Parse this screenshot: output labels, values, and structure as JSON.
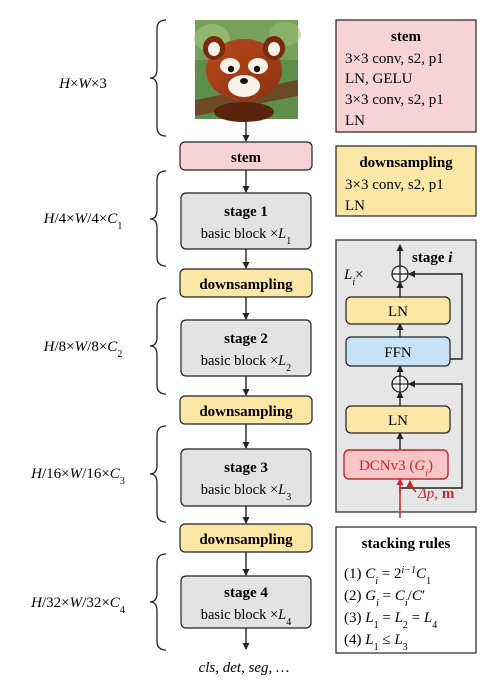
{
  "left_dims": [
    [
      "H",
      "×",
      "W",
      "×3"
    ],
    [
      "H",
      "/4×",
      "W",
      "/4×",
      "C",
      "1"
    ],
    [
      "H",
      "/8×",
      "W",
      "/8×",
      "C",
      "2"
    ],
    [
      "H",
      "/16×",
      "W",
      "/16×",
      "C",
      "3"
    ],
    [
      "H",
      "/32×",
      "W",
      "/32×",
      "C",
      "4"
    ]
  ],
  "pipeline": {
    "stem": "stem",
    "downsampling": "downsampling",
    "stage_title": "stage",
    "stage_numbers": [
      "1",
      "2",
      "3",
      "4"
    ],
    "basic_block": "basic block ×",
    "L": "L",
    "output": "cls, det, seg, …"
  },
  "stem_box": {
    "title": "stem",
    "lines": [
      "3×3 conv, s2, p1",
      "LN, GELU",
      "3×3 conv, s2, p1",
      "LN"
    ]
  },
  "downsampling_box": {
    "title": "downsampling",
    "lines": [
      "3×3 conv, s2, p1",
      "LN"
    ]
  },
  "stage_i_box": {
    "title": "stage",
    "index": "i",
    "repeat_L": "L",
    "repeat_sub": "i",
    "repeat_times": "×",
    "ln": "LN",
    "ffn": "FFN",
    "dcn": "DCNv3 (",
    "dcn_G": "G",
    "dcn_sub": "i",
    "dcn_close": ")",
    "offset": "Δp, ",
    "mask": "m"
  },
  "stacking": {
    "title": "stacking rules",
    "rule1": [
      "(1) ",
      "C",
      "i",
      " = 2",
      "i−1",
      "C",
      "1"
    ],
    "rule2": [
      "(2) ",
      "G",
      "i",
      " = ",
      "C",
      "i",
      "/",
      "C",
      "′"
    ],
    "rule3": [
      "(3) ",
      "L",
      "1",
      " = ",
      "L",
      "2",
      " = ",
      "L",
      "4"
    ],
    "rule4": [
      "(4) ",
      "L",
      "1",
      " ≤ ",
      "L",
      "3"
    ]
  },
  "colors": {
    "stem_fill": "#f8d3d5",
    "down_fill": "#fce8a6",
    "stage_fill": "#e3e3e3",
    "ffn_fill": "#c7e2f6",
    "panel_fill": "#e6e6e6",
    "dcn_fill": "#f6c6c6",
    "dcn_stroke": "#c6262d",
    "stroke": "#222222"
  }
}
